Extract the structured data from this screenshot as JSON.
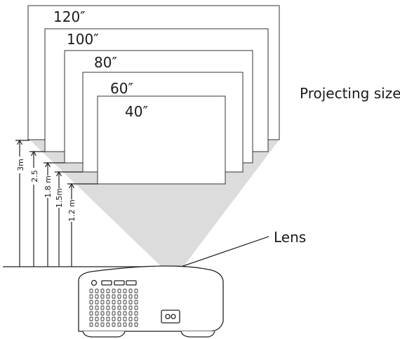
{
  "caption": {
    "projecting_size": "Projecting size",
    "lens": "Lens"
  },
  "screen_sizes": [
    "120″",
    "100″",
    "80″",
    "60″",
    "40″"
  ],
  "distances": [
    "3m",
    "2.5",
    "1.8 m",
    "1.5m",
    "1.2 m"
  ],
  "colors": {
    "beam": "#dcdcdc",
    "line": "#222222",
    "screen_border": "#333333"
  }
}
